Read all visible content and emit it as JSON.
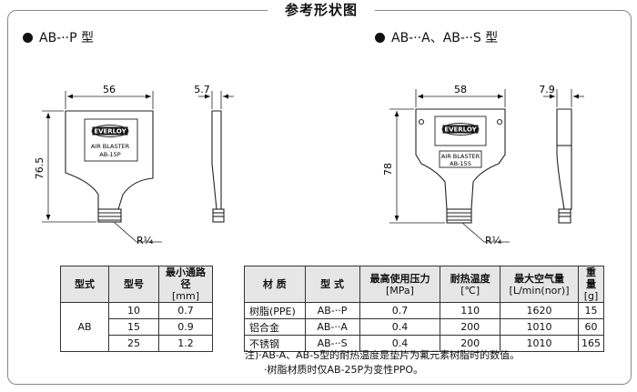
{
  "title": "参考形状图",
  "left": {
    "heading": "AB-··P 型",
    "dim_width": "56",
    "dim_thickness": "5.7",
    "dim_height": "76.5",
    "thread": "R¹⁄₄",
    "logo": "EVERLOY",
    "product_name": "AIR BLASTER",
    "model_label": "AB-15P"
  },
  "right": {
    "heading": "AB-··A、AB-··S 型",
    "dim_width": "58",
    "dim_thickness": "7.9",
    "dim_height": "78",
    "thread": "R¹⁄₄",
    "logo": "EVERLOY",
    "product_name": "AIR BLASTER",
    "model_label": "AB-15S"
  },
  "table1": {
    "headers": [
      "型式",
      "型号",
      "最小通路径",
      "[mm]"
    ],
    "type": "AB",
    "rows": [
      [
        "10",
        "0.7"
      ],
      [
        "15",
        "0.9"
      ],
      [
        "25",
        "1.2"
      ]
    ]
  },
  "table2": {
    "headers": [
      [
        "材 质",
        ""
      ],
      [
        "型 式",
        ""
      ],
      [
        "最高使用压力",
        "[MPa]"
      ],
      [
        "耐热温度",
        "[℃]"
      ],
      [
        "最大空气量",
        "[L/min(nor)]"
      ],
      [
        "重 量",
        "[g]"
      ]
    ],
    "rows": [
      [
        "树脂(PPE)",
        "AB-··P",
        "0.7",
        "110",
        "1620",
        "15"
      ],
      [
        "铝合金",
        "AB-··A",
        "0.4",
        "200",
        "1010",
        "60"
      ],
      [
        "不锈钢",
        "AB-··S",
        "0.4",
        "200",
        "1010",
        "165"
      ]
    ]
  },
  "notes": {
    "prefix": "注)",
    "line1": "·AB-A、AB-S型的耐热温度是垫片为氟元素树脂时的数值。",
    "line2": "·树脂材质时仅AB-25P为变性PPO。"
  }
}
